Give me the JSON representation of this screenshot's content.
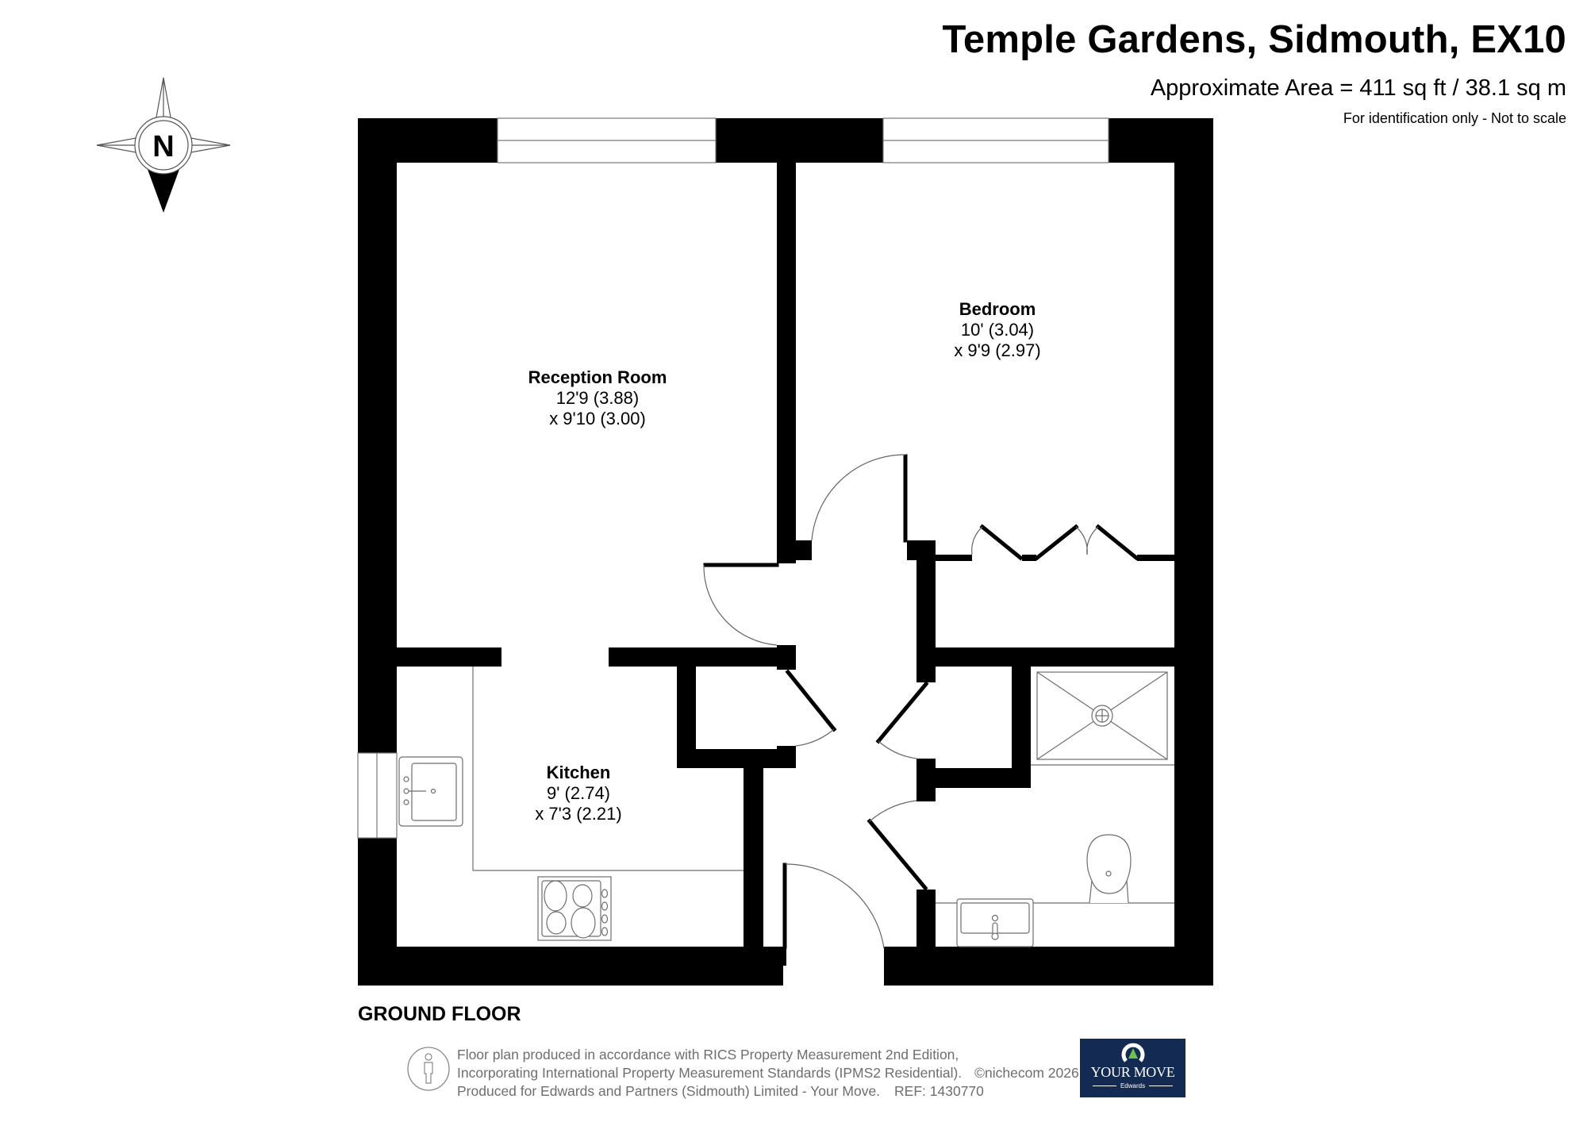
{
  "header": {
    "title": "Temple Gardens, Sidmouth, EX10",
    "area": "Approximate Area = 411 sq ft / 38.1 sq m",
    "disclaimer": "For identification only - Not to scale"
  },
  "compass": {
    "label": "N"
  },
  "rooms": [
    {
      "name": "Reception Room",
      "dim1": "12'9 (3.88)",
      "dim2": "x 9'10 (3.00)"
    },
    {
      "name": "Bedroom",
      "dim1": "10' (3.04)",
      "dim2": "x 9'9 (2.97)"
    },
    {
      "name": "Kitchen",
      "dim1": "9' (2.74)",
      "dim2": "x 7'3 (2.21)"
    }
  ],
  "floor": {
    "label": "GROUND FLOOR"
  },
  "footer": {
    "line1": "Floor plan produced in accordance with RICS Property Measurement 2nd Edition,",
    "line2": "Incorporating International Property Measurement Standards (IPMS2 Residential).",
    "copyright": "©nichecom 2026.",
    "line3": "Produced for Edwards and Partners (Sidmouth) Limited - Your Move.",
    "ref": "REF: 1430770"
  },
  "logo": {
    "brand": "YOUR MOVE",
    "sub": "Edwards",
    "bg_color": "#132a52",
    "accent_color": "#6cc24a"
  },
  "icons": {
    "compass": "compass-rose-icon",
    "person": "person-scale-icon",
    "logo_mark": "your-move-ring-icon"
  },
  "colors": {
    "wall": "#000000",
    "fixture_line": "#6e6e6e",
    "footer_text": "#6e6e6e"
  }
}
